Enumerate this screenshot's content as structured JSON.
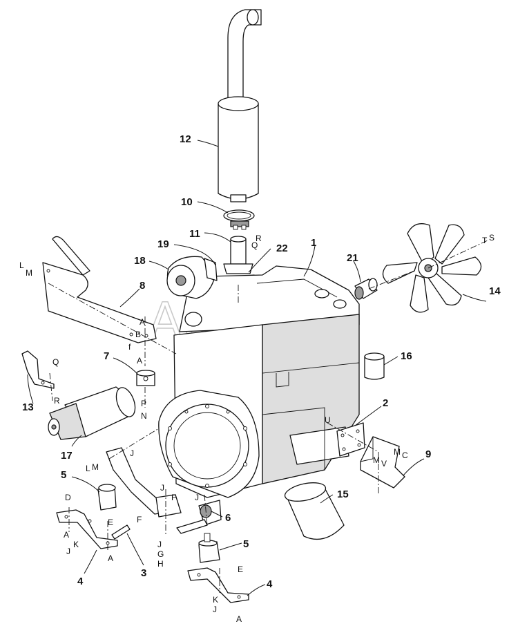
{
  "watermark": "AutoSoft",
  "callouts": {
    "c1": "1",
    "c2": "2",
    "c3": "3",
    "c4a": "4",
    "c4b": "4",
    "c5a": "5",
    "c5b": "5",
    "c6": "6",
    "c7": "7",
    "c8": "8",
    "c9": "9",
    "c10": "10",
    "c11": "11",
    "c12": "12",
    "c13": "13",
    "c14": "14",
    "c15": "15",
    "c16": "16",
    "c17": "17",
    "c18": "18",
    "c19": "19",
    "c21": "21",
    "c22": "22"
  },
  "letters": {
    "L1": "L",
    "M1": "M",
    "A1": "A",
    "B1": "B",
    "f1": "f",
    "A2": "A",
    "Q1": "Q",
    "R1": "R",
    "P1": "P",
    "N1": "N",
    "R2": "R",
    "Q2": "Q",
    "T1": "T",
    "S1": "S",
    "U1": "U",
    "M2": "M",
    "C1": "C",
    "M3": "M",
    "V1": "V",
    "L2": "L",
    "M4": "M",
    "J1": "J",
    "D1": "D",
    "E1": "E",
    "A3": "A",
    "K1": "K",
    "J2": "J",
    "A4": "A",
    "F1": "F",
    "J3": "J",
    "F2": "F",
    "J4": "J",
    "G1": "G",
    "H1": "H",
    "J5": "J",
    "E2": "E",
    "K2": "K",
    "J6": "J",
    "A5": "A"
  }
}
